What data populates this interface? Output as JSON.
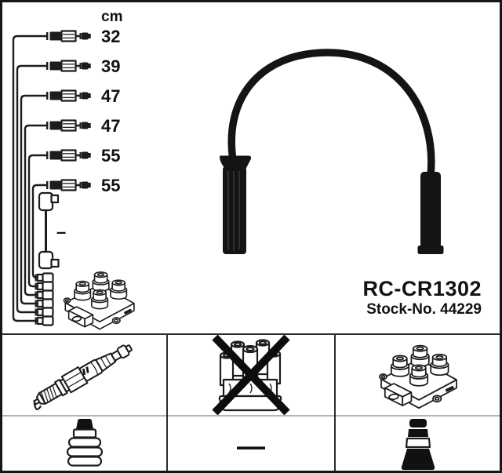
{
  "product": {
    "code": "RC-CR1302",
    "stock_no": "Stock-No. 44229"
  },
  "cable_lengths": {
    "unit": "cm",
    "values": [
      "32",
      "39",
      "47",
      "47",
      "55",
      "55"
    ],
    "unlabeled": "–"
  },
  "legend": {
    "dash": "—",
    "row1_icons": [
      "spark-plug",
      "distributor-cap-crossed-out",
      "ignition-coil-pack"
    ],
    "row2_icons": [
      "spark-plug-terminal",
      "dash",
      "ignition-coil-terminal"
    ]
  },
  "colors": {
    "background": "#ffffff",
    "ink": "#1c1c1c",
    "cable_black": "#141414",
    "frame": "#161616",
    "grid_line": "#2b2b2b",
    "row_divider": "#b3b3b3"
  }
}
